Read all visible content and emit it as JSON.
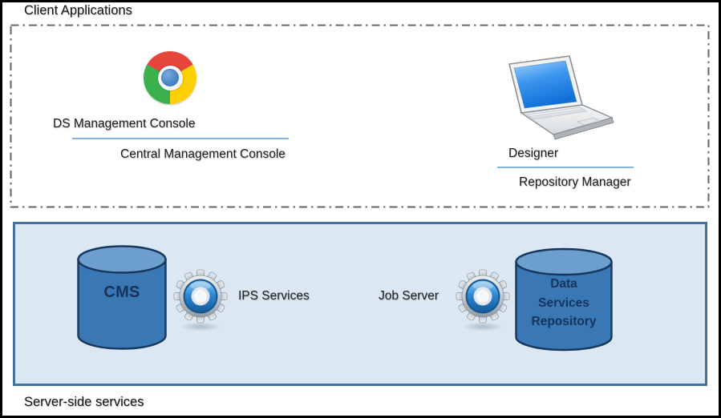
{
  "client_section": {
    "title": "Client Applications",
    "browser_group": {
      "label_top": "DS Management Console",
      "label_bottom": "Central Management Console"
    },
    "laptop_group": {
      "label_top": "Designer",
      "label_bottom": "Repository Manager"
    }
  },
  "server_section": {
    "title": "Server-side services",
    "cms_database_label": "CMS",
    "ips_services_label": "IPS Services",
    "job_server_label": "Job Server",
    "repository_database_label": {
      "line1": "Data",
      "line2": "Services",
      "line3": "Repository"
    }
  },
  "icons": {
    "browser": "chrome-browser-icon",
    "laptop": "laptop-icon",
    "gear": "gear-icon",
    "database": "database-cylinder-icon"
  },
  "colors": {
    "server_box_fill": "#dbe8f4",
    "server_box_border": "#41719c",
    "cylinder_body": "#3a77b5",
    "cylinder_top": "#6d9fce",
    "cylinder_outline": "#17375c",
    "underline_blue": "#85b3da",
    "dash_border_gray": "#666666",
    "chrome_red": "#e5453a",
    "chrome_yellow": "#fcd005",
    "chrome_green": "#3bb14e",
    "chrome_blue": "#447fc2",
    "gear_blue": "#2f87d4",
    "laptop_screen_blue": "#1f83e8"
  }
}
